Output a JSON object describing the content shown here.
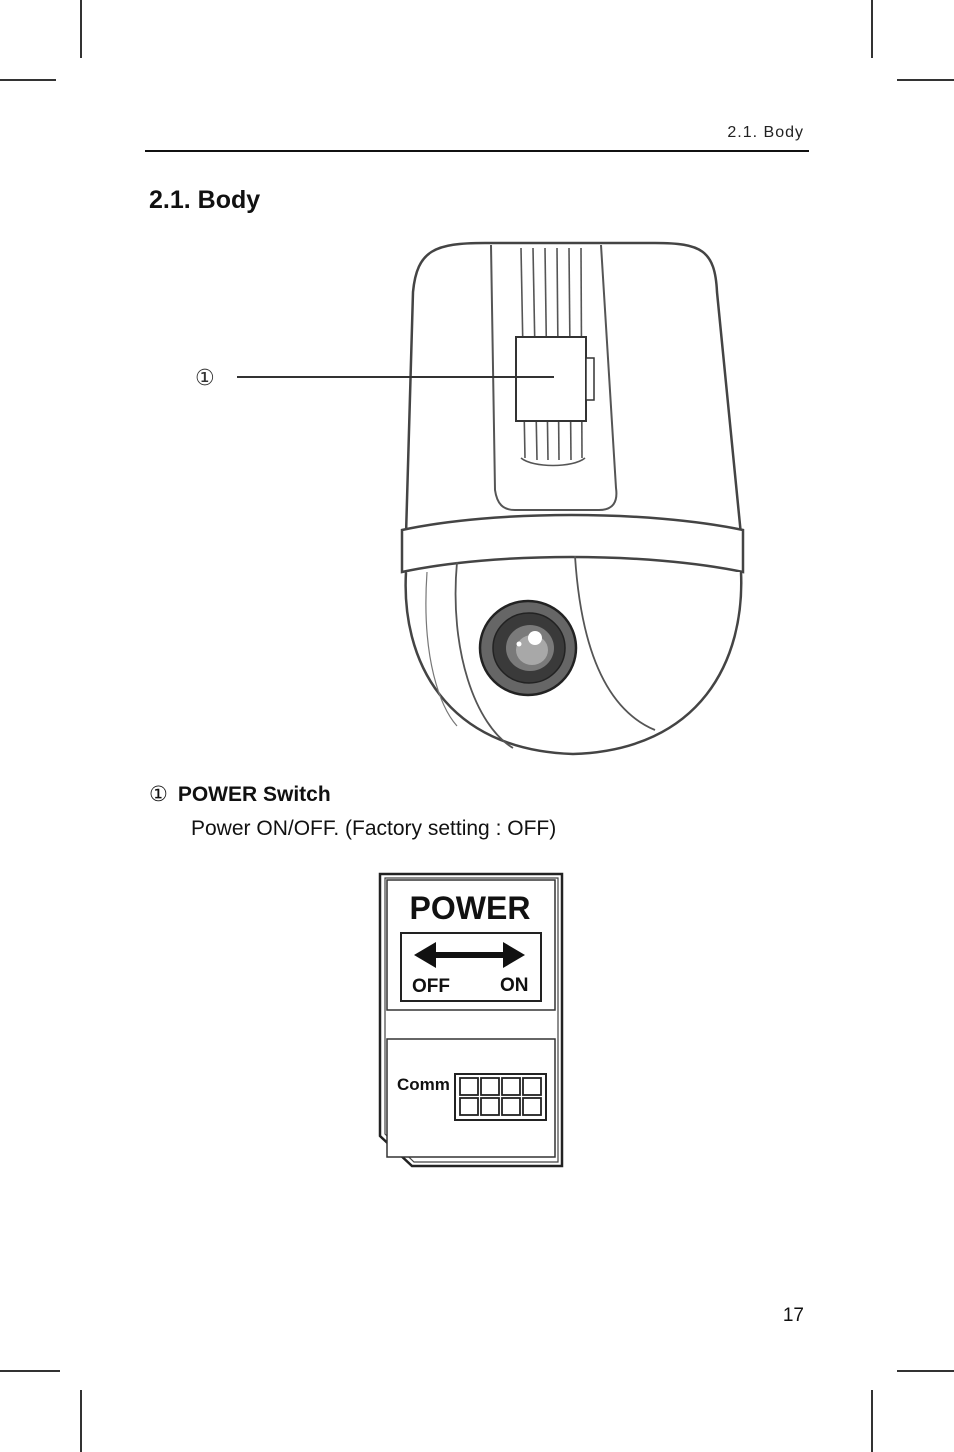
{
  "header": {
    "running_title": "2.1. Body"
  },
  "section": {
    "title": "2.1. Body"
  },
  "figure_camera": {
    "callout_number": "①"
  },
  "item": {
    "number": "①",
    "title": "POWER Switch",
    "description": "Power ON/OFF. (Factory setting : OFF)"
  },
  "switch_panel": {
    "power_label": "POWER",
    "off_label": "OFF",
    "on_label": "ON",
    "comm_label": "Comm"
  },
  "footer": {
    "page_number": "17"
  }
}
